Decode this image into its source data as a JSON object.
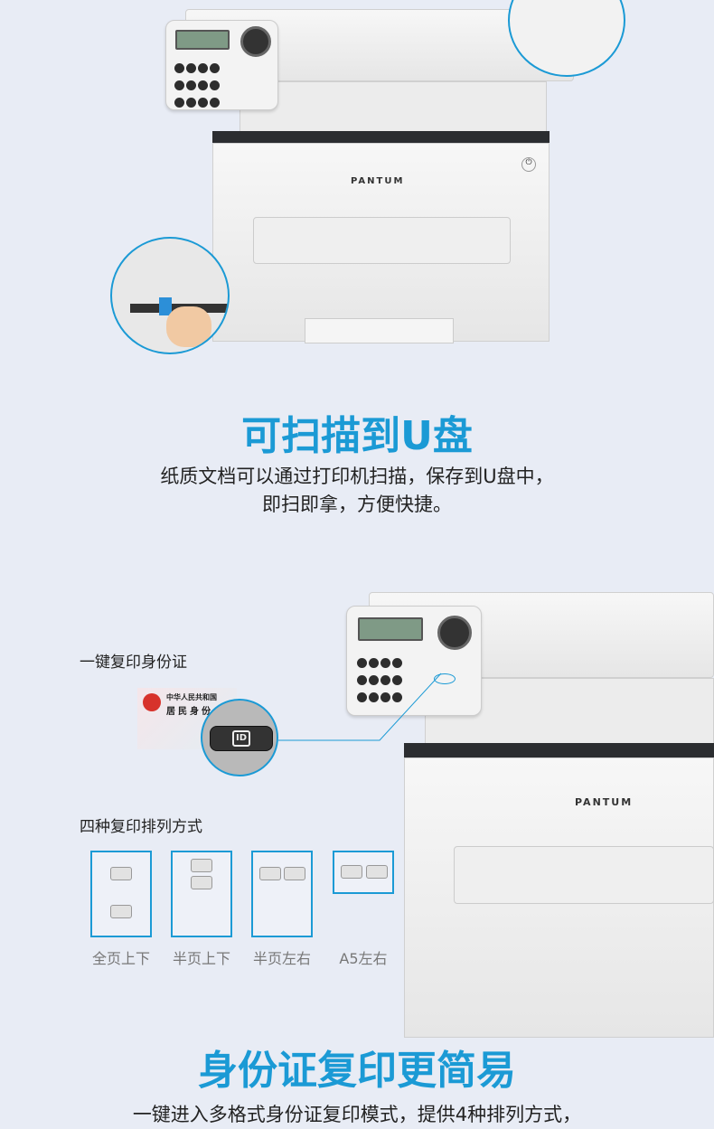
{
  "section1": {
    "printer_brand": "PANTUM",
    "title": "可扫描到U盘",
    "description_line1": "纸质文档可以通过打印机扫描，保存到U盘中，",
    "description_line2": "即扫即拿，方便快捷。"
  },
  "section2": {
    "printer_brand": "PANTUM",
    "id_copy_label": "一键复印身份证",
    "id_card_text1": "中华人民共和国",
    "id_card_text2": "居民身份",
    "id_button_label": "ID",
    "layouts_label": "四种复印排列方式",
    "layouts": [
      {
        "caption": "全页上下"
      },
      {
        "caption": "半页上下"
      },
      {
        "caption": "半页左右"
      },
      {
        "caption": "A5左右"
      }
    ],
    "title": "身份证复印更简易",
    "description_line1": "一键进入多格式身份证复印模式，提供4种排列方式，"
  },
  "colors": {
    "accent": "#1b9ad5",
    "background": "#e8ecf5"
  }
}
